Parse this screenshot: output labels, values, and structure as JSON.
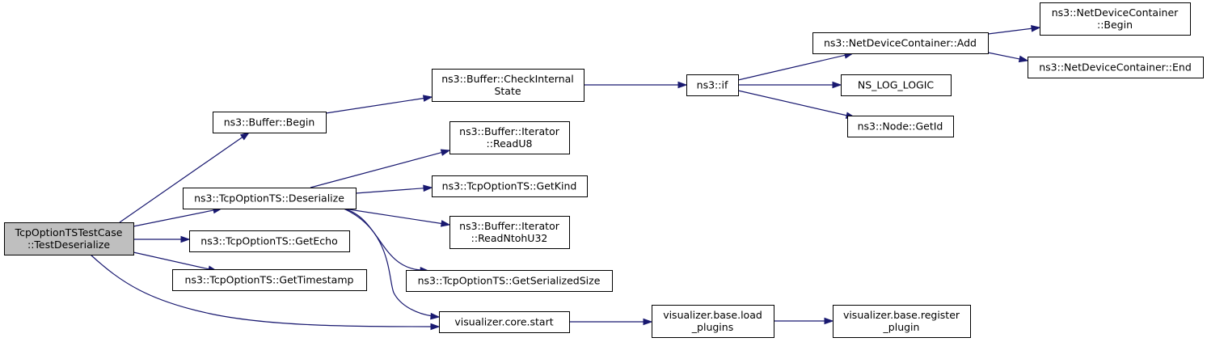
{
  "diagram": {
    "colors": {
      "edge": "#191970",
      "root_fill": "#bfbfbf",
      "node_fill": "#ffffff",
      "border": "#000000"
    },
    "nodes": [
      {
        "id": "root",
        "lines": [
          "TcpOptionTSTestCase",
          "::TestDeserialize"
        ]
      },
      {
        "id": "buffer-begin",
        "lines": [
          "ns3::Buffer::Begin"
        ]
      },
      {
        "id": "tcpoption-deserialize",
        "lines": [
          "ns3::TcpOptionTS::Deserialize"
        ]
      },
      {
        "id": "tcpoption-getecho",
        "lines": [
          "ns3::TcpOptionTS::GetEcho"
        ]
      },
      {
        "id": "tcpoption-gettimestamp",
        "lines": [
          "ns3::TcpOptionTS::GetTimestamp"
        ]
      },
      {
        "id": "visualizer-core-start",
        "lines": [
          "visualizer.core.start"
        ]
      },
      {
        "id": "buffer-checkinternalstate",
        "lines": [
          "ns3::Buffer::CheckInternal",
          "State"
        ]
      },
      {
        "id": "ns3-if",
        "lines": [
          "ns3::if"
        ]
      },
      {
        "id": "netdevicecontainer-add",
        "lines": [
          "ns3::NetDeviceContainer::Add"
        ]
      },
      {
        "id": "netdevicecontainer-begin",
        "lines": [
          "ns3::NetDeviceContainer",
          "::Begin"
        ]
      },
      {
        "id": "netdevicecontainer-end",
        "lines": [
          "ns3::NetDeviceContainer::End"
        ]
      },
      {
        "id": "ns-log-logic",
        "lines": [
          "NS_LOG_LOGIC"
        ]
      },
      {
        "id": "node-getid",
        "lines": [
          "ns3::Node::GetId"
        ]
      },
      {
        "id": "iterator-readu8",
        "lines": [
          "ns3::Buffer::Iterator",
          "::ReadU8"
        ]
      },
      {
        "id": "tcpoption-getkind",
        "lines": [
          "ns3::TcpOptionTS::GetKind"
        ]
      },
      {
        "id": "iterator-readntohu32",
        "lines": [
          "ns3::Buffer::Iterator",
          "::ReadNtohU32"
        ]
      },
      {
        "id": "tcpoption-getserializedsize",
        "lines": [
          "ns3::TcpOptionTS::GetSerializedSize"
        ]
      },
      {
        "id": "visualizer-base-load-plugins",
        "lines": [
          "visualizer.base.load",
          "_plugins"
        ]
      },
      {
        "id": "visualizer-base-register-plugin",
        "lines": [
          "visualizer.base.register",
          "_plugin"
        ]
      }
    ],
    "edges": [
      {
        "from": "root",
        "to": "buffer-begin"
      },
      {
        "from": "root",
        "to": "tcpoption-deserialize"
      },
      {
        "from": "root",
        "to": "tcpoption-getecho"
      },
      {
        "from": "root",
        "to": "tcpoption-gettimestamp"
      },
      {
        "from": "root",
        "to": "visualizer-core-start"
      },
      {
        "from": "buffer-begin",
        "to": "buffer-checkinternalstate"
      },
      {
        "from": "buffer-checkinternalstate",
        "to": "ns3-if"
      },
      {
        "from": "ns3-if",
        "to": "netdevicecontainer-add"
      },
      {
        "from": "ns3-if",
        "to": "ns-log-logic"
      },
      {
        "from": "ns3-if",
        "to": "node-getid"
      },
      {
        "from": "netdevicecontainer-add",
        "to": "netdevicecontainer-begin"
      },
      {
        "from": "netdevicecontainer-add",
        "to": "netdevicecontainer-end"
      },
      {
        "from": "tcpoption-deserialize",
        "to": "iterator-readu8"
      },
      {
        "from": "tcpoption-deserialize",
        "to": "tcpoption-getkind"
      },
      {
        "from": "tcpoption-deserialize",
        "to": "iterator-readntohu32"
      },
      {
        "from": "tcpoption-deserialize",
        "to": "tcpoption-getserializedsize"
      },
      {
        "from": "tcpoption-deserialize",
        "to": "visualizer-core-start"
      },
      {
        "from": "visualizer-core-start",
        "to": "visualizer-base-load-plugins"
      },
      {
        "from": "visualizer-base-load-plugins",
        "to": "visualizer-base-register-plugin"
      }
    ]
  }
}
